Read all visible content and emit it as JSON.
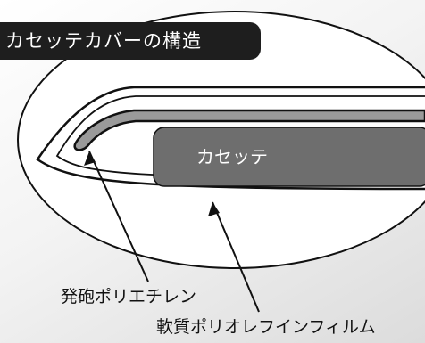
{
  "title": "カセッテカバーの構造",
  "cassette_label": "カセッテ",
  "callouts": {
    "foam": "発砲ポリエチレン",
    "film": "軟質ポリオレフインフィルム"
  },
  "colors": {
    "title_bg": "#1e1e1e",
    "title_text": "#ffffff",
    "cassette_fill": "#6e6e6e",
    "foam_fill": "#9a9a9a",
    "outline": "#111111"
  }
}
